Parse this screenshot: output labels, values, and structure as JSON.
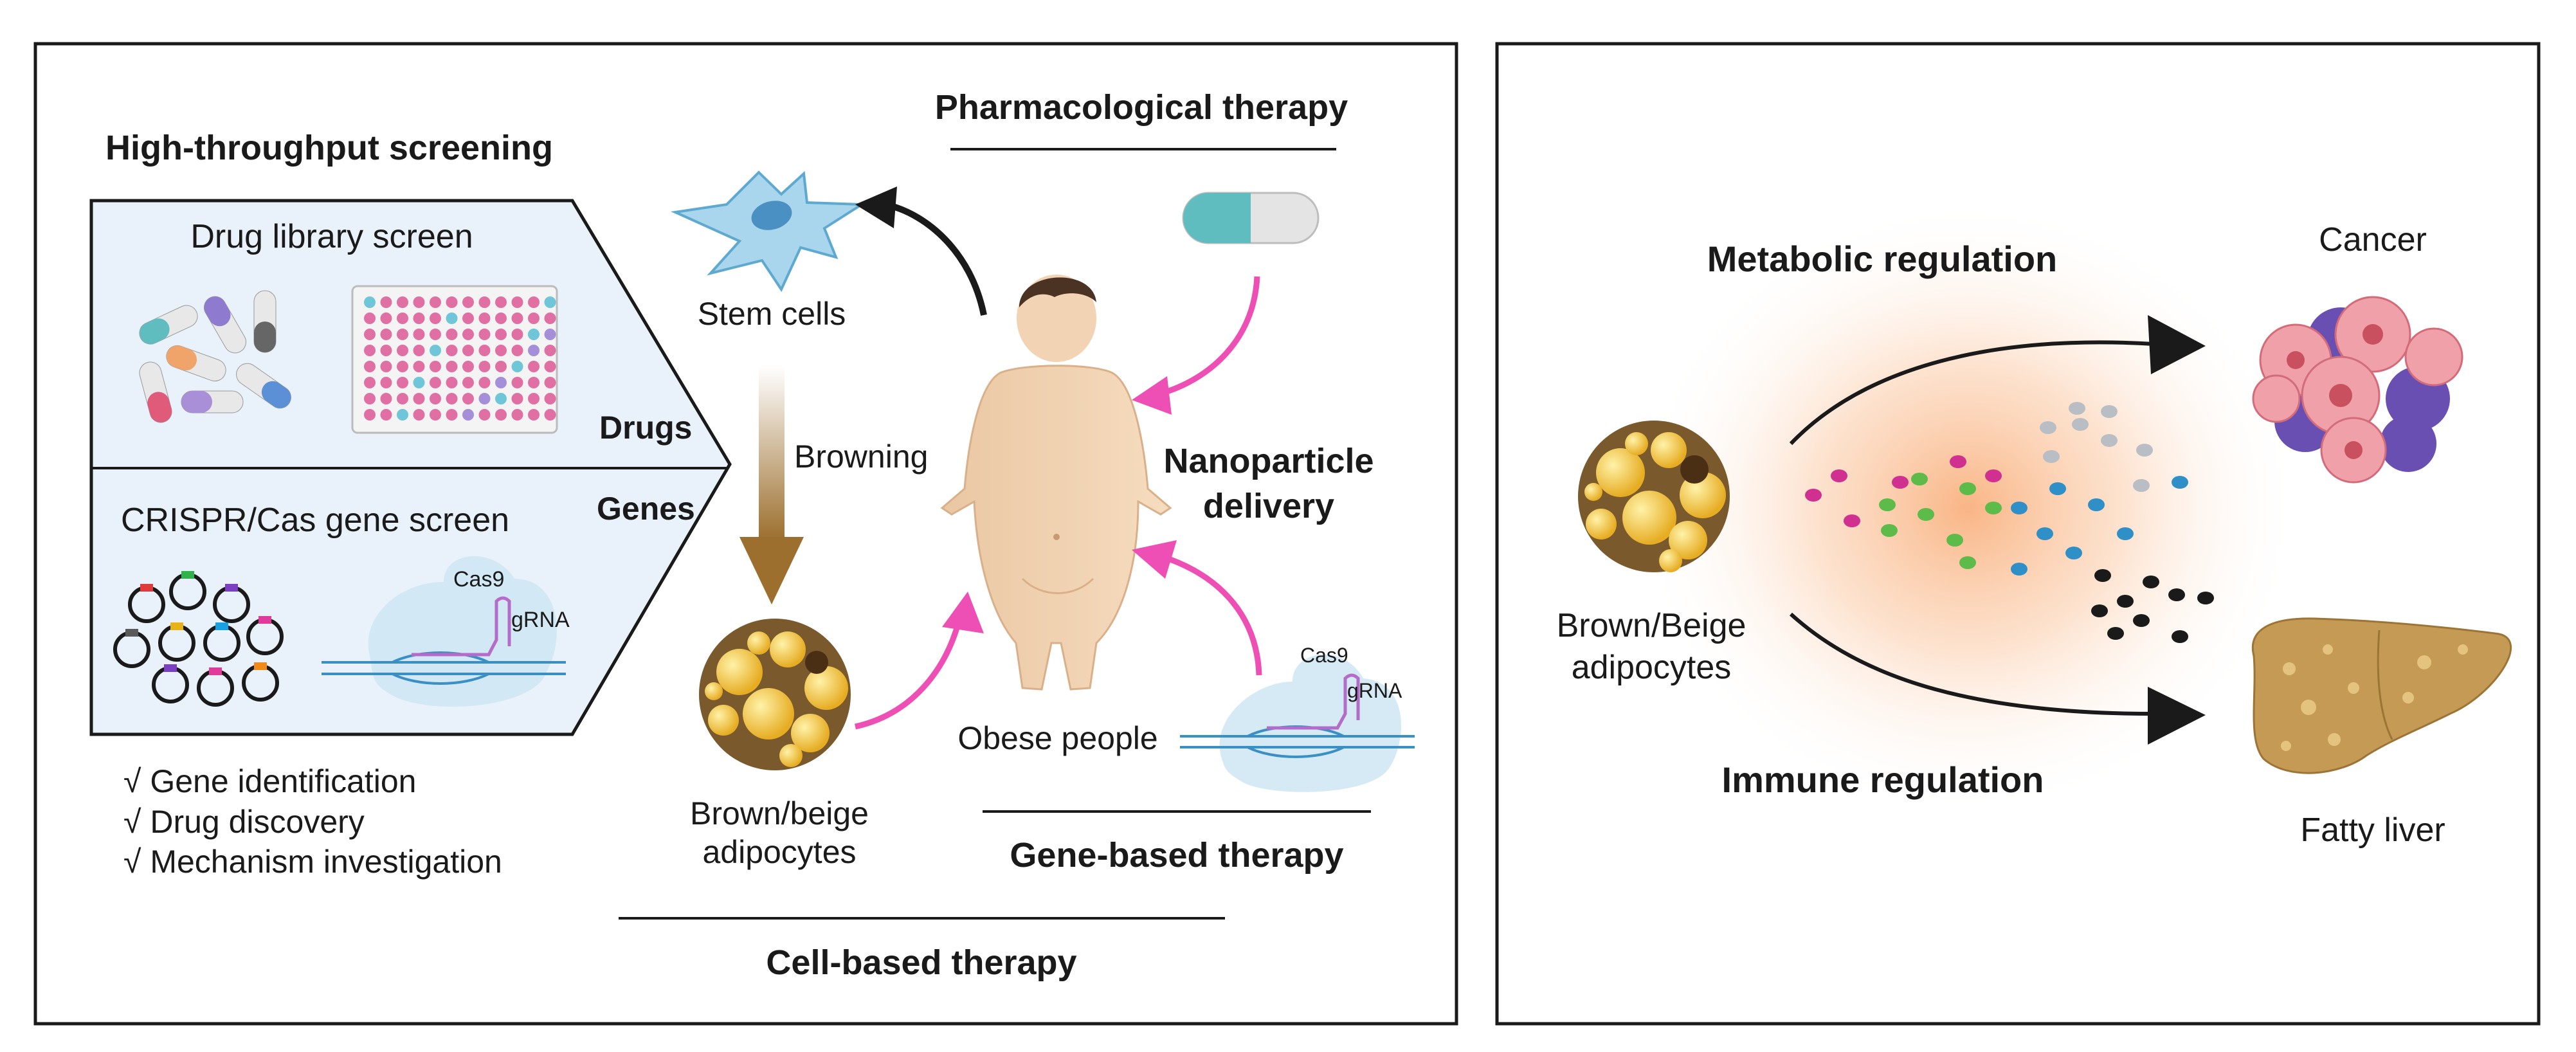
{
  "left_panel": {
    "htp": {
      "heading": "High-throughput screening",
      "drug_screen": "Drug library screen",
      "crispr_screen": "CRISPR/Cas gene screen",
      "drugs_tag": "Drugs",
      "genes_tag": "Genes",
      "cas9": "Cas9",
      "grna": "gRNA",
      "outcomes": [
        "√  Gene identification",
        "√  Drug discovery",
        "√  Mechanism investigation"
      ]
    },
    "therapies": {
      "pharmacological": "Pharmacological therapy",
      "nanoparticle_line1": "Nanoparticle",
      "nanoparticle_line2": "delivery",
      "gene_based": "Gene-based therapy",
      "cell_based": "Cell-based therapy",
      "cas9": "Cas9",
      "grna": "gRNA"
    },
    "labels": {
      "stem_cells": "Stem cells",
      "browning": "Browning",
      "adipocytes_line1": "Brown/beige",
      "adipocytes_line2": "adipocytes",
      "obese_people": "Obese people"
    }
  },
  "right_panel": {
    "metabolic": "Metabolic regulation",
    "immune": "Immune regulation",
    "adipocytes_line1": "Brown/Beige",
    "adipocytes_line2": "adipocytes",
    "cancer": "Cancer",
    "fatty_liver": "Fatty liver"
  },
  "colors": {
    "border": "#1a1a1a",
    "magenta_arrow": "#ee4fb5",
    "browning_arrow": "#a0763a",
    "panel_fill": "#e9f1fa",
    "glow": "#f9b27d",
    "fat_droplet": "#f2c53a",
    "adipocyte_body": "#7a5a2d"
  }
}
